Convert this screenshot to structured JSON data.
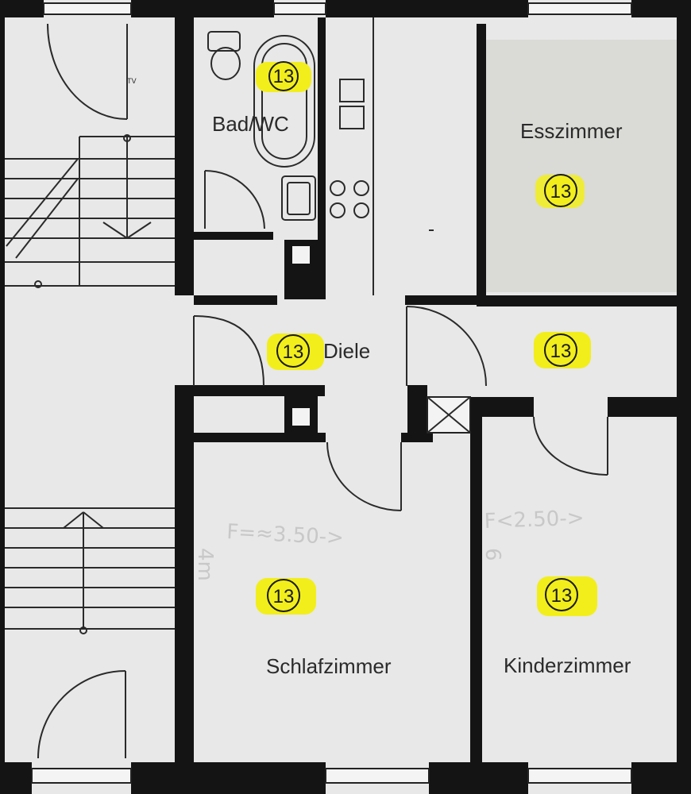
{
  "plan": {
    "colors": {
      "paper": "#e9e9e9",
      "wall": "#141414",
      "highlight": "#f2ee1c",
      "dining_room_fill": "#dadad6"
    },
    "rooms": {
      "bath": {
        "label": "Bad/WC",
        "number": "13"
      },
      "dining": {
        "label": "Esszimmer",
        "number": "13"
      },
      "hall": {
        "label": "Diele",
        "number": "13"
      },
      "hall_right": {
        "number": "13"
      },
      "bedroom": {
        "label": "Schlafzimmer",
        "number": "13"
      },
      "kids": {
        "label": "Kinderzimmer",
        "number": "13"
      }
    },
    "annotations": {
      "tv": "TV",
      "bedroom_dim": "F=≈3.50->",
      "bedroom_side": "4m",
      "kids_dim": "F<2.50->",
      "kids_side": "6"
    }
  }
}
